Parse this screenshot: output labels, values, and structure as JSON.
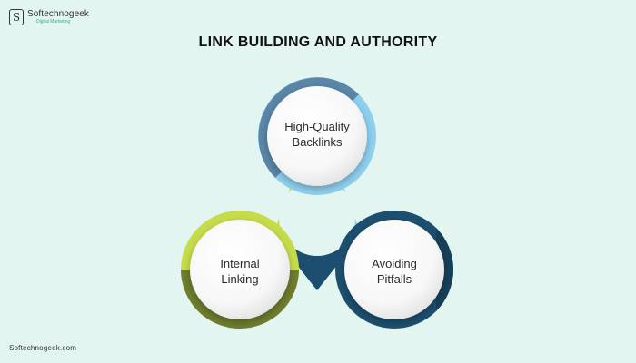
{
  "brand": {
    "mark": "S",
    "name": "Softechnogeek",
    "tagline": "Digital Marketing"
  },
  "title": "LINK BUILDING AND AUTHORITY",
  "footer": "Softechnogeek.com",
  "colors": {
    "background": "#e3f5f0",
    "blue_light": "#8fd0ef",
    "blue_dark": "#5b86a7",
    "green_light": "#c7dc4a",
    "green_dark": "#6e7d2e",
    "navy": "#1c4f6f",
    "navy_dark": "#173f58"
  },
  "nodes": [
    {
      "label_lines": [
        "High-Quality",
        "Backlinks"
      ],
      "color": "blue"
    },
    {
      "label_lines": [
        "Internal",
        "Linking"
      ],
      "color": "green"
    },
    {
      "label_lines": [
        "Avoiding",
        "Pitfalls"
      ],
      "color": "navy"
    }
  ]
}
